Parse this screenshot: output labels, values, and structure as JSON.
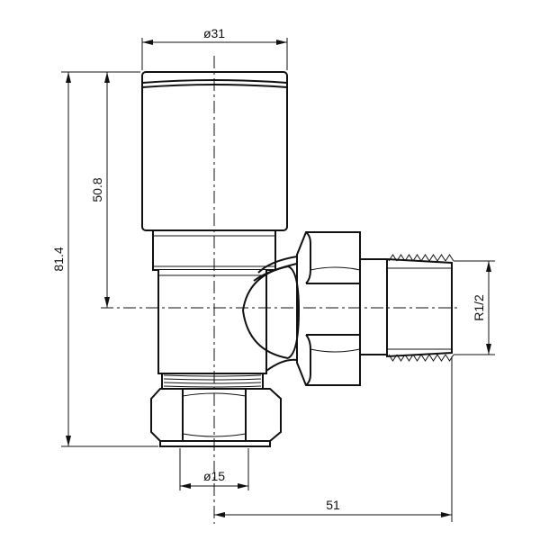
{
  "dimensions": {
    "top_diameter": "ø31",
    "height_to_centre": "50.8",
    "overall_height": "81.4",
    "thread": "R1/2",
    "bottom_diameter": "ø15",
    "width_to_end": "51"
  }
}
